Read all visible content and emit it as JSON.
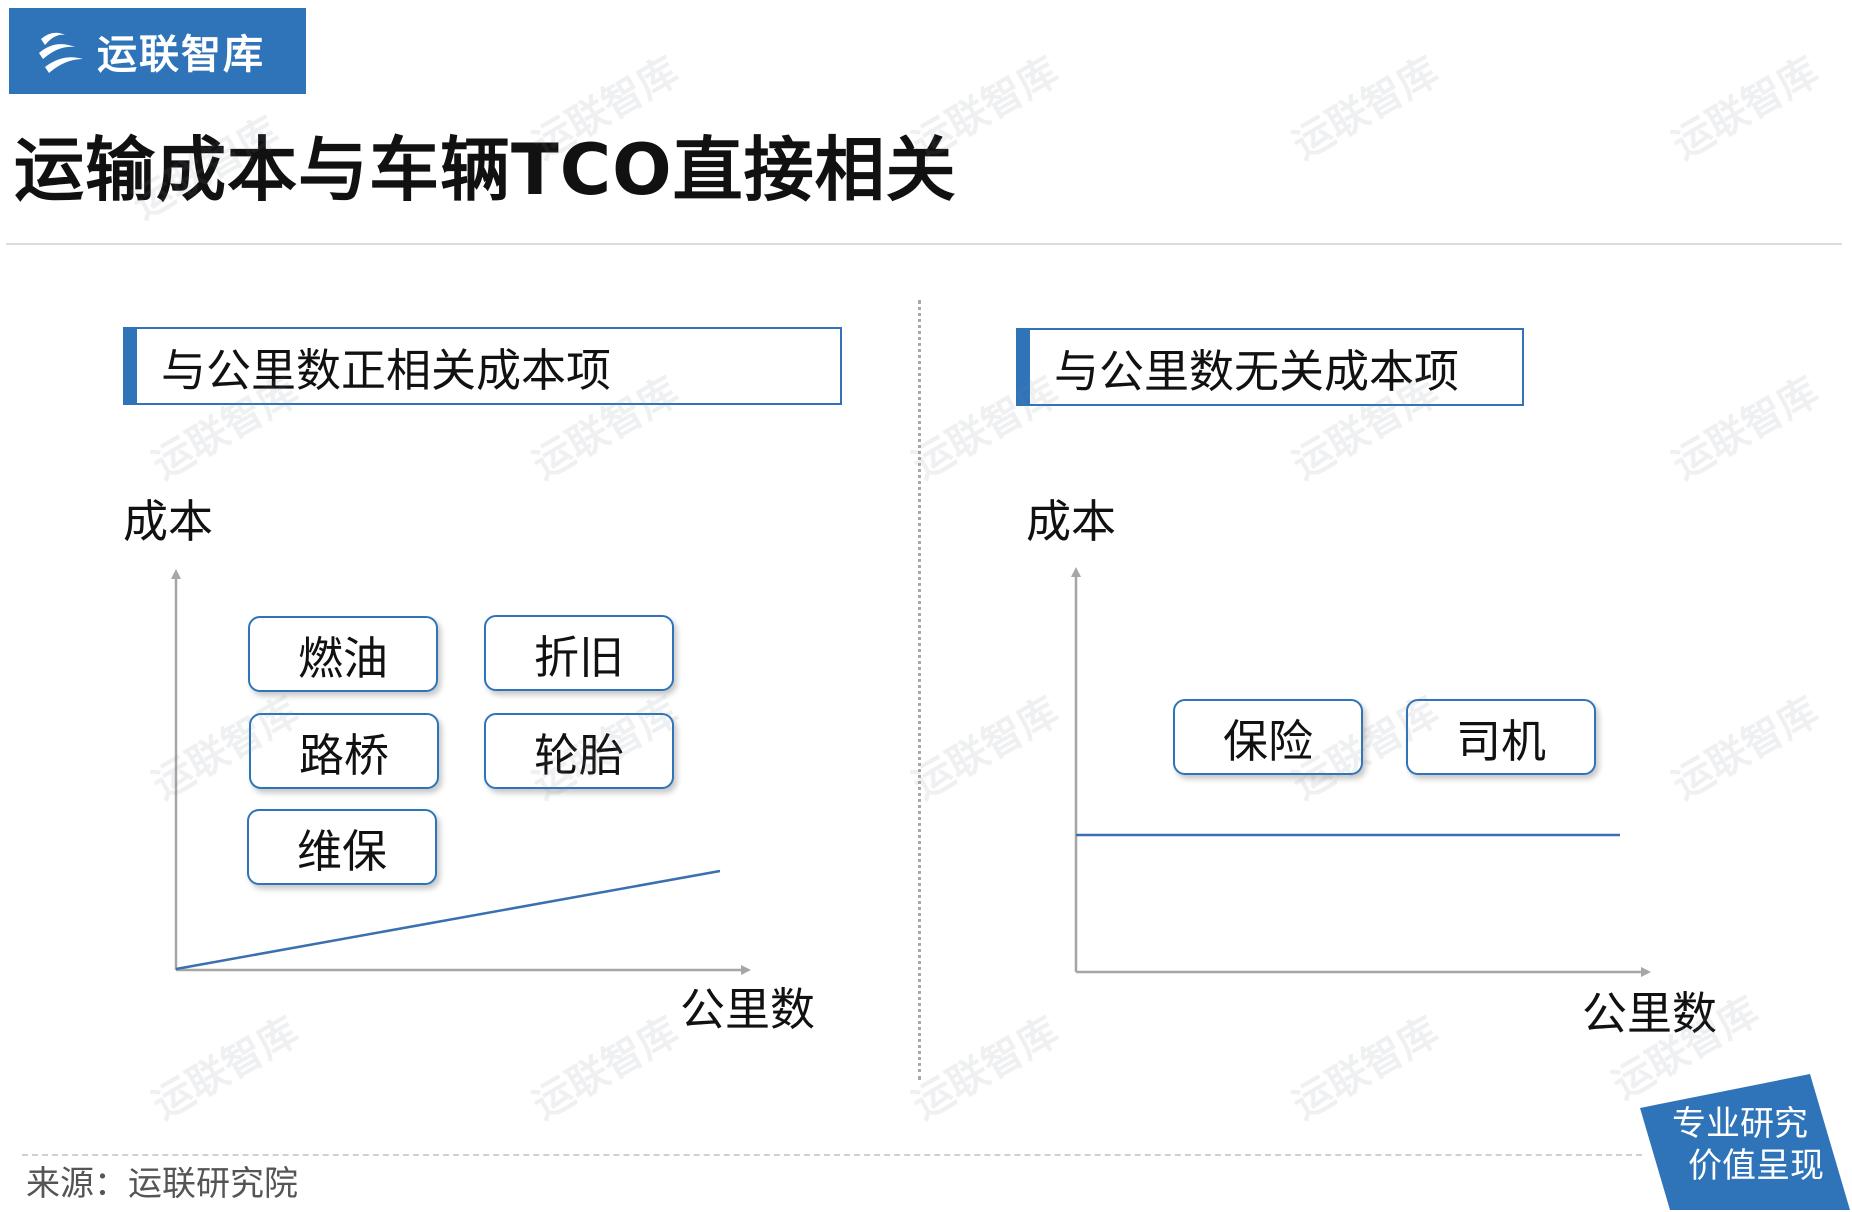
{
  "brand": {
    "name": "运联智库",
    "color": "#2f74b9"
  },
  "title": "运输成本与车辆TCO直接相关",
  "left_panel": {
    "heading": "与公里数正相关成本项",
    "y_label": "成本",
    "x_label": "公里数",
    "items": [
      "燃油",
      "折旧",
      "路桥",
      "轮胎",
      "维保"
    ],
    "trend": "increasing"
  },
  "right_panel": {
    "heading": "与公里数无关成本项",
    "y_label": "成本",
    "x_label": "公里数",
    "items": [
      "保险",
      "司机"
    ],
    "trend": "constant"
  },
  "watermark_text": "运联智库",
  "footer": {
    "source": "来源：运联研究院",
    "stamp_line1": "专业研究",
    "stamp_line2": "价值呈现"
  },
  "colors": {
    "accent": "#2f74b9",
    "axis": "#a6a6a6",
    "line": "#3a6fb0"
  }
}
